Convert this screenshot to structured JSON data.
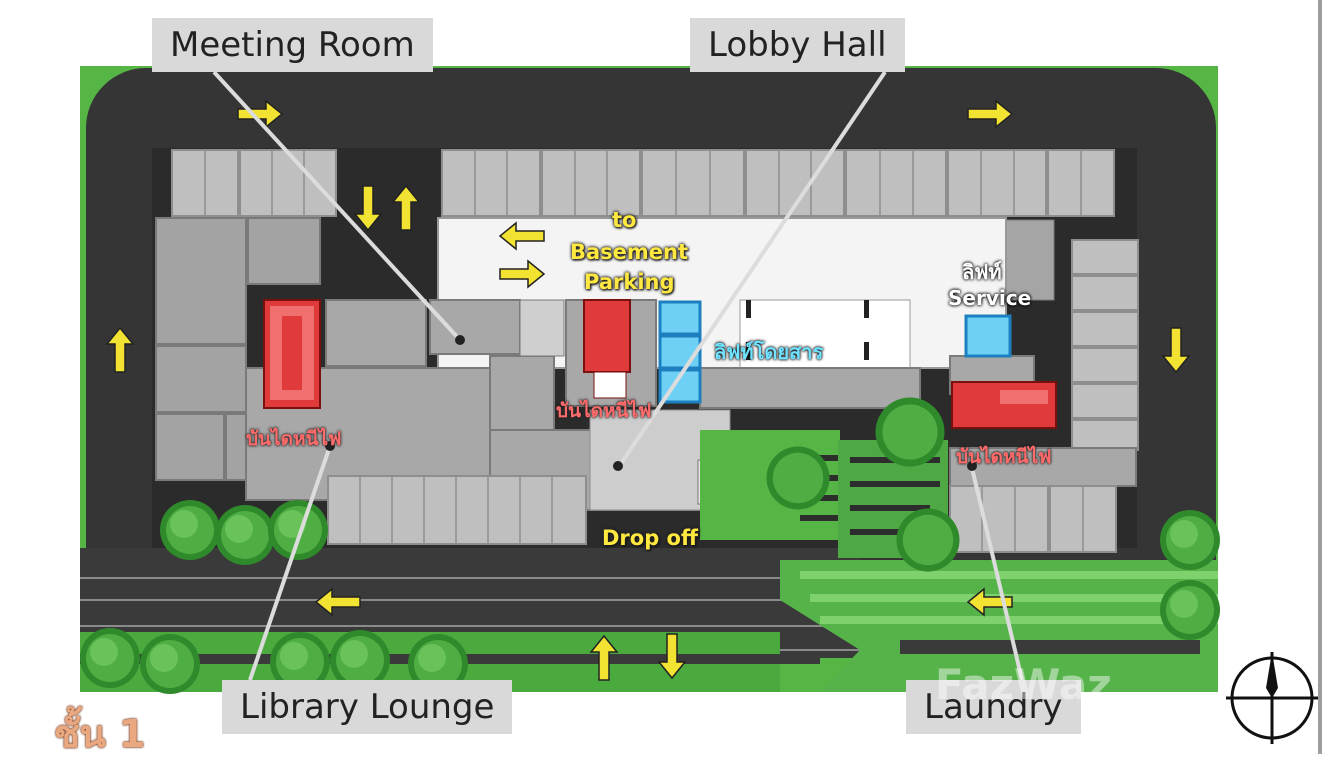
{
  "callouts": {
    "meeting_room": "Meeting Room",
    "lobby_hall": "Lobby Hall",
    "library_lounge": "Library Lounge",
    "laundry": "Laundry"
  },
  "labels": {
    "to_basement_1": "to",
    "to_basement_2": "Basement",
    "to_basement_3": "Parking",
    "passenger_lift": "ลิฟท์โดยสาร",
    "service_lift_1": "ลิฟท์",
    "service_lift_2": "Service",
    "fire_exit": "บันไดหนีไฟ",
    "drop_off": "Drop off"
  },
  "floor_label": "ชั้น 1",
  "watermark": "FazWaz",
  "colors": {
    "road": "#333333",
    "grass": "#55b545",
    "parking": "#bdbdbd",
    "building": "#9e9e9e",
    "fire_stair": "#e03a3a",
    "lift": "#35a8e0",
    "arrow": "#f2e231",
    "callout_bg": "#d9d9d9"
  },
  "icons": [
    "arrow-right-icon",
    "arrow-left-icon",
    "arrow-up-icon",
    "arrow-down-icon",
    "compass-icon",
    "tree-icon"
  ]
}
